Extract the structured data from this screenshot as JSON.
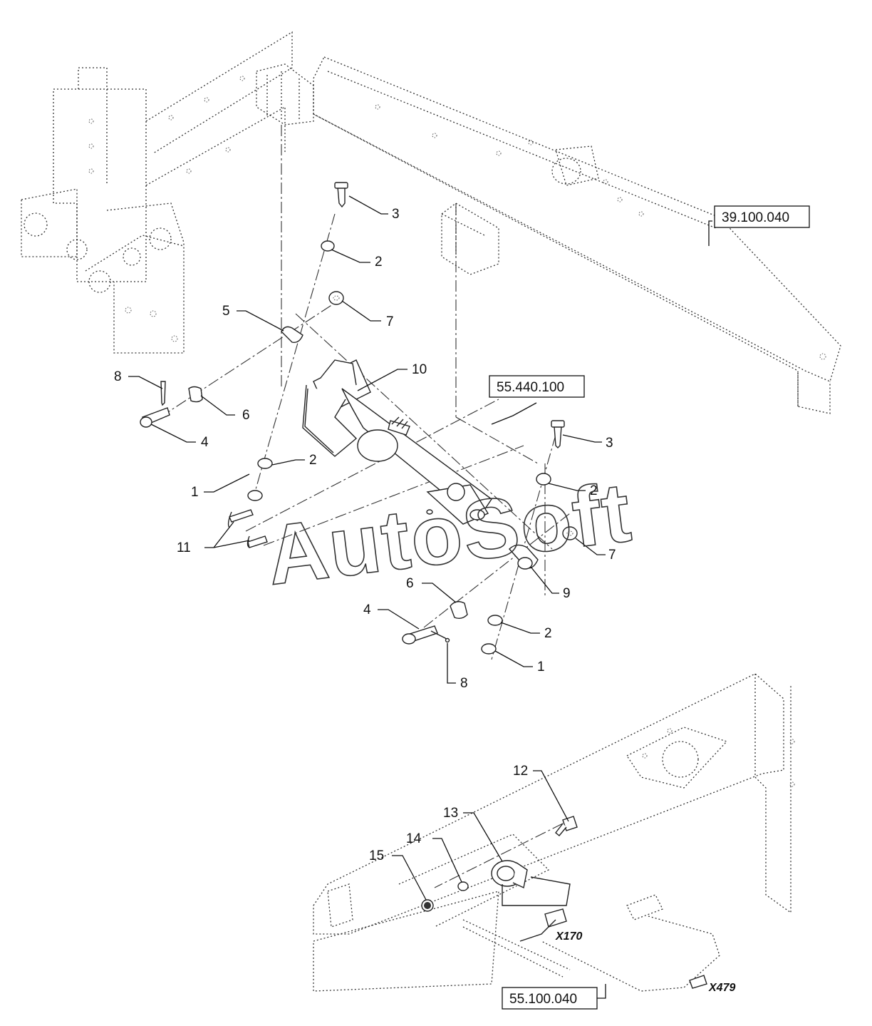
{
  "callouts": [
    {
      "id": "c3a",
      "text": "3"
    },
    {
      "id": "c2a",
      "text": "2"
    },
    {
      "id": "c7a",
      "text": "7"
    },
    {
      "id": "c5",
      "text": "5"
    },
    {
      "id": "c8a",
      "text": "8"
    },
    {
      "id": "c6a",
      "text": "6"
    },
    {
      "id": "c4a",
      "text": "4"
    },
    {
      "id": "c2b",
      "text": "2"
    },
    {
      "id": "c1a",
      "text": "1"
    },
    {
      "id": "c10",
      "text": "10"
    },
    {
      "id": "c11",
      "text": "11"
    },
    {
      "id": "c3b",
      "text": "3"
    },
    {
      "id": "c2c",
      "text": "2"
    },
    {
      "id": "c7b",
      "text": "7"
    },
    {
      "id": "c9",
      "text": "9"
    },
    {
      "id": "c6b",
      "text": "6"
    },
    {
      "id": "c4b",
      "text": "4"
    },
    {
      "id": "c2d",
      "text": "2"
    },
    {
      "id": "c1b",
      "text": "1"
    },
    {
      "id": "c8b",
      "text": "8"
    },
    {
      "id": "c12",
      "text": "12"
    },
    {
      "id": "c13",
      "text": "13"
    },
    {
      "id": "c14",
      "text": "14"
    },
    {
      "id": "c15",
      "text": "15"
    }
  ],
  "references": {
    "ref_frame": "39.100.040",
    "ref_cylinder": "55.440.100",
    "ref_harness": "55.100.040"
  },
  "connectors": {
    "x170": "X170",
    "x479": "X479"
  },
  "watermark": "AutoSoft"
}
